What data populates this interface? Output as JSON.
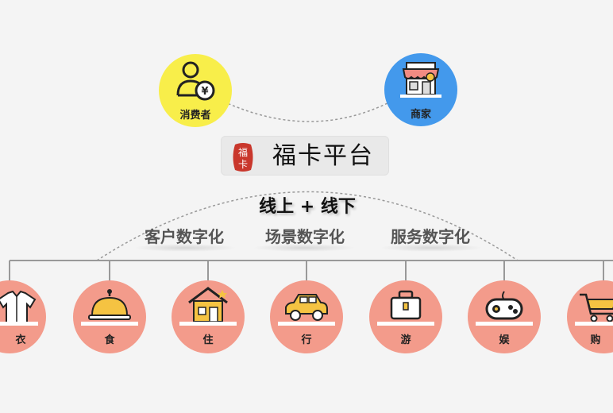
{
  "consumer": {
    "label": "消费者",
    "icon": "person-yen-icon",
    "color": "#f8ee4a"
  },
  "merchant": {
    "label": "商家",
    "icon": "storefront-icon",
    "color": "#4399ec"
  },
  "platform": {
    "name": "福卡平台",
    "seal_text": "福卡",
    "seal_color": "#c9372c"
  },
  "online_offline": "线上 + 线下",
  "digitalization": [
    "客户数字化",
    "场景数字化",
    "服务数字化"
  ],
  "categories": [
    {
      "label": "衣",
      "icon": "shirt-icon"
    },
    {
      "label": "食",
      "icon": "food-cloche-icon"
    },
    {
      "label": "住",
      "icon": "house-icon"
    },
    {
      "label": "行",
      "icon": "car-icon"
    },
    {
      "label": "游",
      "icon": "suitcase-icon"
    },
    {
      "label": "娱",
      "icon": "gamepad-icon"
    },
    {
      "label": "购",
      "icon": "shopping-cart-icon"
    }
  ],
  "colors": {
    "category_circle": "#f39b8b",
    "connector": "#999999"
  }
}
